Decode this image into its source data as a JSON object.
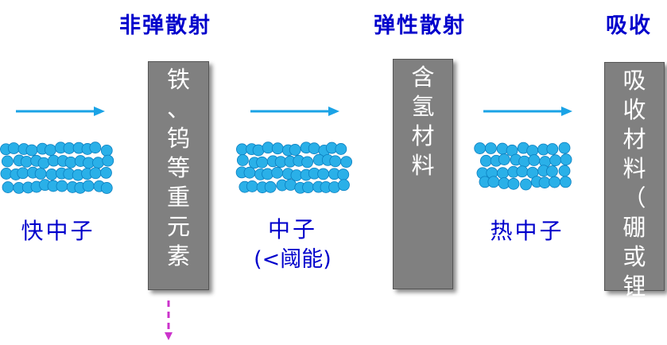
{
  "headings": {
    "inelastic": "非弹散射",
    "elastic": "弹性散射",
    "absorption": "吸收"
  },
  "boxes": {
    "heavy_elements": "铁、钨等重元素",
    "hydrogen_material": "含氢材料",
    "absorber_material": "吸收材料（硼或锂）"
  },
  "labels": {
    "fast_neutron": "快中子",
    "neutron": "中子",
    "neutron_threshold": "(<阈能)",
    "thermal_neutron": "热中子"
  },
  "colors": {
    "heading_text": "#0000cc",
    "arrow": "#1aa3e6",
    "dashed_arrow": "#cc33cc",
    "box": "#808080",
    "particle": "#2ab0e8"
  }
}
